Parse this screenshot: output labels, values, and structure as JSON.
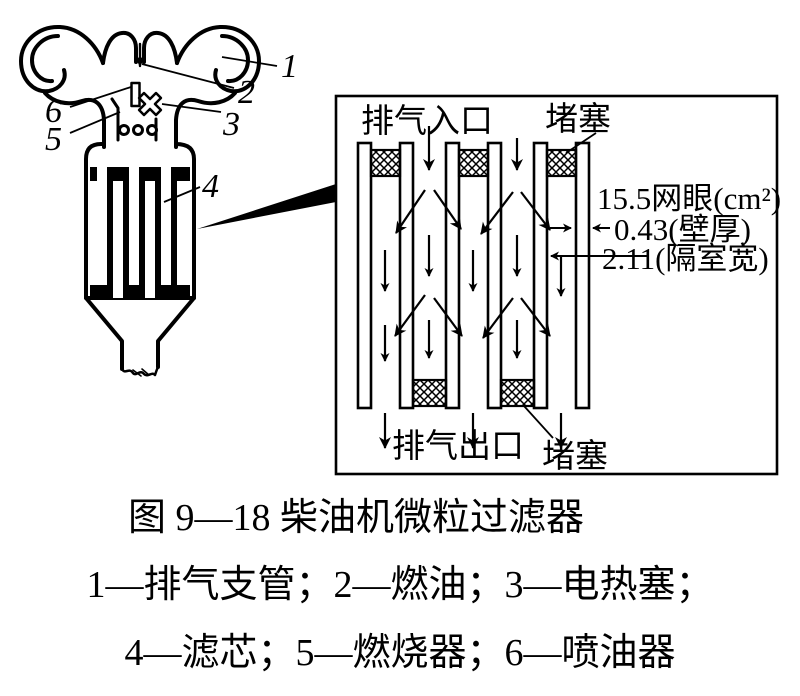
{
  "figure_caption": "图 9—18 柴油机微粒过滤器",
  "legend": {
    "line1": "1—排气支管；2—燃油；3—电热塞；",
    "line2": "4—滤芯；5—燃烧器；6—喷油器"
  },
  "device_callouts": {
    "c1": "1",
    "c2": "2",
    "c3": "3",
    "c4": "4",
    "c5": "5",
    "c6": "6"
  },
  "inset": {
    "exhaust_inlet": "排气入口",
    "plug_top": "堵塞",
    "plug_bottom": "堵塞",
    "exhaust_outlet": "排气出口",
    "mesh_dim": "15.5网眼(cm²)",
    "wall_thickness_dim": "0.43(壁厚)",
    "cell_width_dim": "2.11(隔室宽)"
  },
  "colors": {
    "ink": "#000000",
    "paper": "#ffffff"
  }
}
